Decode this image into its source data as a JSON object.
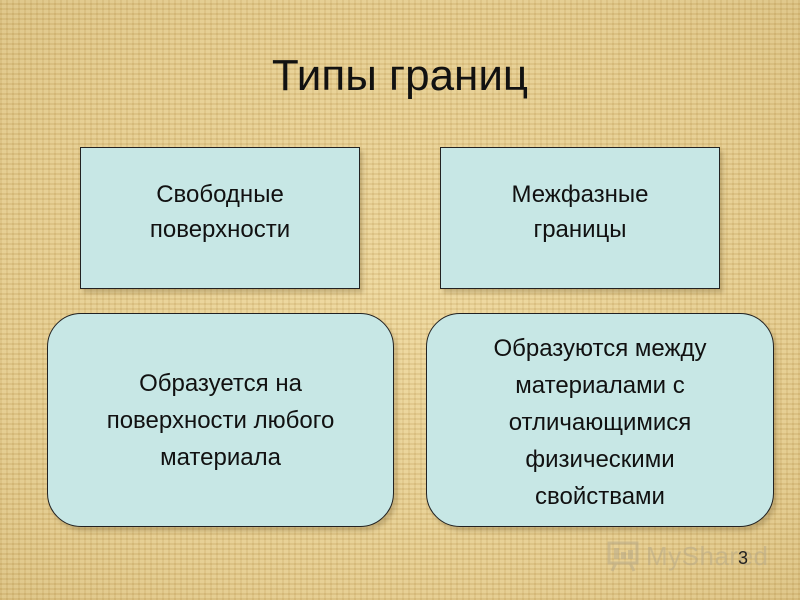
{
  "slide": {
    "title": "Типы границ",
    "boxes": {
      "free_surfaces": "Свободные\nповерхности",
      "interphase_boundaries": "Межфазные\nграницы",
      "free_surfaces_desc": "Образуется на\nповерхности любого\nматериала",
      "interphase_boundaries_desc": "Образуются между\nматериалами с\nотличающимися\nфизическими\nсвойствами"
    },
    "watermark": "MyShared",
    "page_number": "3"
  },
  "colors": {
    "background": "#e6cf92",
    "box_fill": "#c7e7e5",
    "box_border": "#222222",
    "text": "#111111"
  },
  "icons": {
    "watermark_logo": "presentation-board-icon"
  }
}
